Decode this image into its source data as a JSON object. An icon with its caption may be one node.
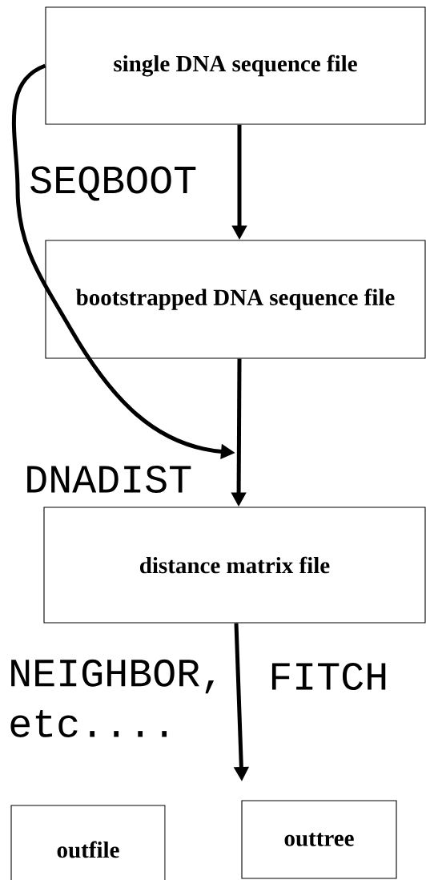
{
  "diagram": {
    "nodes": [
      {
        "text": [
          "single DNA sequence file"
        ]
      },
      {
        "text": [
          "bootstrapped DNA sequence file"
        ]
      },
      {
        "text": [
          "distance matrix file"
        ]
      },
      {
        "text": [
          "outfile"
        ]
      },
      {
        "text": [
          "outtree"
        ]
      }
    ],
    "edges": [
      {
        "from": 0,
        "to": 1,
        "arrow": "to"
      },
      {
        "from": 1,
        "to": 2,
        "arrow": "to"
      },
      {
        "from": 0,
        "to": null,
        "arrow": "to"
      },
      {
        "from": 2,
        "to": null,
        "arrow": "to"
      }
    ],
    "labels": [
      "SEQBOOT",
      "DNADIST",
      "NEIGHBOR,",
      "FITCH",
      "etc...."
    ]
  }
}
